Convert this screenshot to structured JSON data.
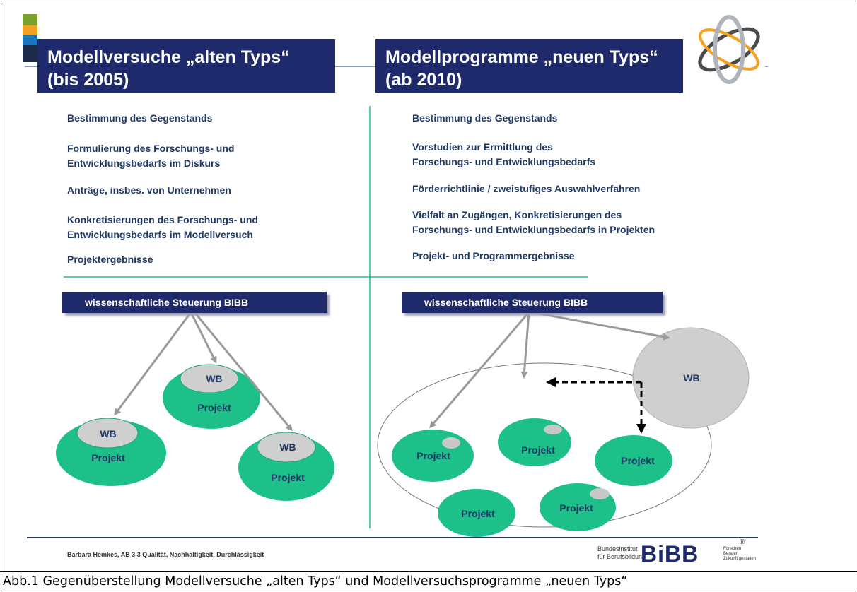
{
  "slide": {
    "left_title": {
      "line1": "Modellversuche „alten Typs“",
      "line2": "(bis 2005)"
    },
    "right_title": {
      "line1": "Modellprogramme „neuen Typs“",
      "line2": "(ab 2010)"
    },
    "left_items": [
      "Bestimmung des Gegenstands",
      "Formulierung des Forschungs- und",
      "Entwicklungsbedarfs im Diskurs",
      "Anträge, insbes. von Unternehmen",
      "Konkretisierungen des Forschungs- und",
      "Entwicklungsbedarfs im Modellversuch",
      "Projektergebnisse"
    ],
    "right_items": [
      "Bestimmung des Gegenstands",
      "Vorstudien zur Ermittlung des",
      "Forschungs- und Entwicklungsbedarfs",
      "Förderrichtlinie / zweistufiges Auswahlverfahren",
      "Vielfalt an Zugängen, Konkretisierungen des",
      "Forschungs- und Entwicklungsbedarfs in Projekten",
      "Projekt- und Programmergebnisse"
    ],
    "steuerung_label": "wissenschaftliche Steuerung BIBB",
    "wb_label": "WB",
    "projekt_label": "Projekt",
    "colors": {
      "navy": "#1e2a6c",
      "teal": "#1ec08a",
      "bar_green": "#7aa02e",
      "bar_orange": "#f4a21e",
      "bar_blue": "#1b75bc",
      "bar_dark": "#1e2a4a"
    }
  },
  "footer": {
    "author": "Barbara Hemkes, AB 3.3 Qualität, Nachhaltigkeit, Durchlässigkeit",
    "institute_line1": "Bundesinstitut",
    "institute_line2": "für Berufsbildung",
    "logo": "BiBB",
    "tagline_1": "Forschen",
    "tagline_2": "Beraten",
    "tagline_3": "Zukunft gestalten",
    "reg": "®"
  },
  "caption": "Abb.1 Gegenüberstellung Modellversuche „alten Typs“ und Modellversuchsprogramme „neuen Typs“"
}
